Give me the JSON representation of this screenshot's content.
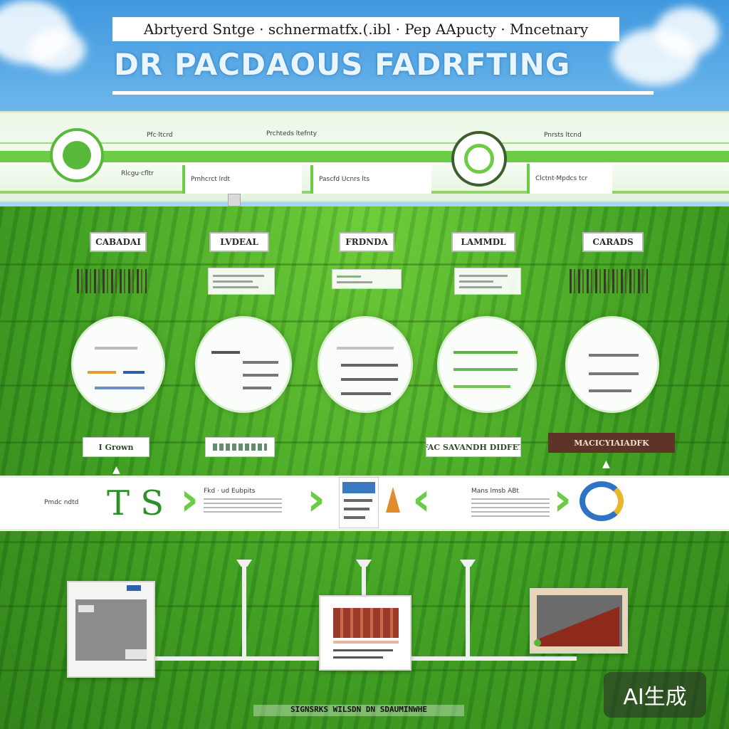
{
  "header": {
    "subtitle": "Abrtyerd Sntge · schnermatfx.(.ibl · Pep AApucty · Mncetnary",
    "title": "DR PACDAOUS FADRFTING"
  },
  "band": {
    "labels": [
      "Pfc·ltcrd",
      "Prchteds ltefnty",
      "Rlcgu·cfltr",
      "Pnrsts ltcnd"
    ],
    "boxes": [
      "Pmhcrct lrdt",
      "Pascfd Ucnrs lts",
      "Clctnt·Mpdcs tcr"
    ]
  },
  "columns": [
    {
      "label": "CABADAI",
      "caption": "I Grown"
    },
    {
      "label": "LVDEAL",
      "caption": ""
    },
    {
      "label": "FRDNDA",
      "caption": ""
    },
    {
      "label": "LAMMDL",
      "caption": "FAC SAVANDH DIDFET"
    },
    {
      "label": "CARADS",
      "caption": "MACICYIAIADFK"
    }
  ],
  "process": {
    "left_text": "Pmdc ndtd",
    "big": "T S",
    "steps": [
      "Fkd · ud Eubpits",
      "Mans lmsb ABt"
    ]
  },
  "footer": "SIGNSRKS WILSDN DN SDAUMINWHE",
  "badge": "AI生成",
  "colors": {
    "accent": "#6ccc45",
    "sky": "#3f98de",
    "field": "#3e9e22"
  }
}
